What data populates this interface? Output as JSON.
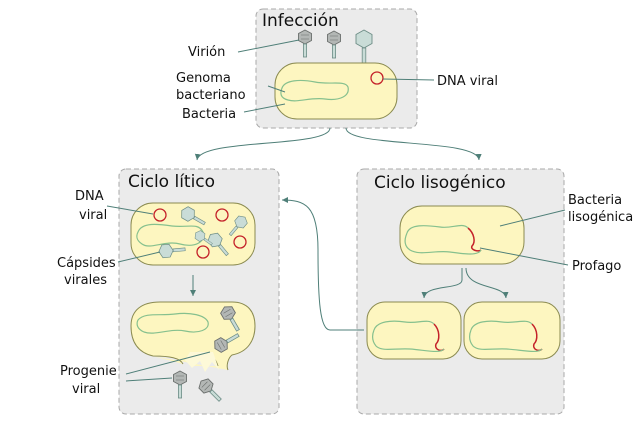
{
  "infection": {
    "title": "Infección",
    "labels": {
      "virion": "Virión",
      "genome_line1": "Genoma",
      "genome_line2": "bacteriano",
      "bacteria": "Bacteria",
      "viral_dna": "DNA viral"
    }
  },
  "lytic": {
    "title": "Ciclo lítico",
    "labels": {
      "dna_line1": "DNA",
      "dna_line2": "viral",
      "capsids_line1": "Cápsides",
      "capsids_line2": "virales",
      "progeny_line1": "Progenie",
      "progeny_line2": "viral"
    }
  },
  "lysogenic": {
    "title": "Ciclo lisogénico",
    "labels": {
      "bacteria_line1": "Bacteria",
      "bacteria_line2": "lisogénica",
      "prophage": "Profago"
    }
  },
  "colors": {
    "panel": "#ebebeb",
    "cell": "#fdf6c0",
    "genome": "#86c08e",
    "viral_dna": "#c4222a",
    "phage": "#c9dcd7",
    "arrow": "#4f7f78"
  }
}
